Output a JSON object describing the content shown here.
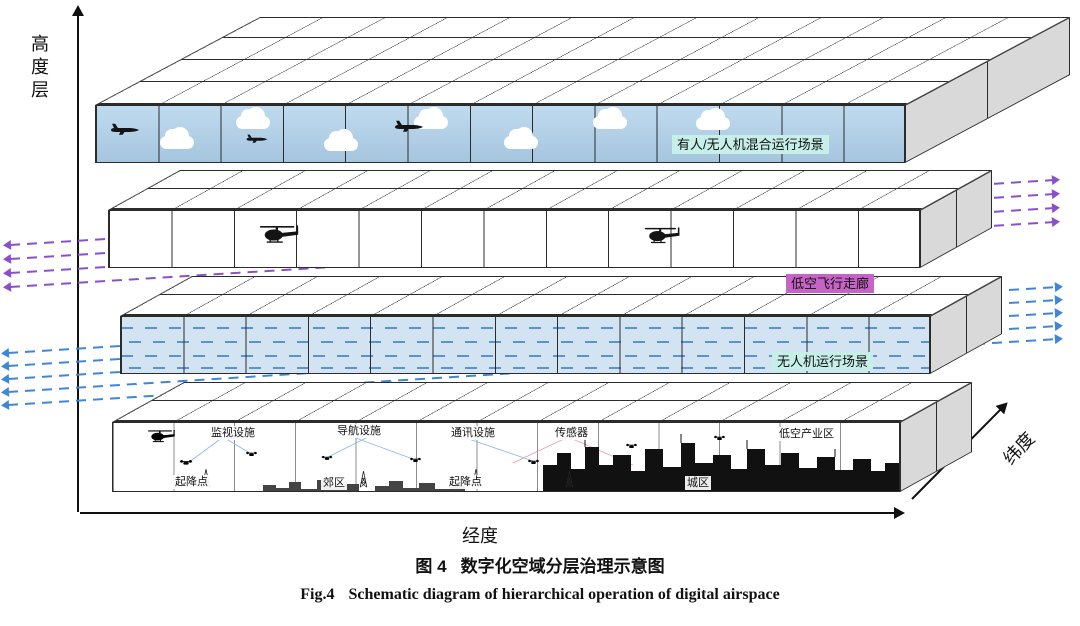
{
  "figure": {
    "caption_zh_prefix": "图 4",
    "caption_zh_title": "数字化空域分层治理示意图",
    "caption_en_prefix": "Fig.4",
    "caption_en_title": "Schematic diagram of hierarchical operation of digital airspace"
  },
  "axes": {
    "vertical": "高度层",
    "horizontal": "经度",
    "depth": "纬度"
  },
  "layers": {
    "mixed": {
      "label": "有人/无人机混合运行场景"
    },
    "corridor": {
      "label": "低空飞行走廊"
    },
    "uav": {
      "label": "无人机运行场景"
    }
  },
  "ground": {
    "surveillance": "监视设施",
    "navigation": "导航设施",
    "communication": "通讯设施",
    "sensor": "传感器",
    "industry": "低空产业区",
    "pad_left": "起降点",
    "suburb": "郊区",
    "pad_mid": "起降点",
    "city": "城区"
  },
  "colors": {
    "sky": "#aed0ea",
    "uav-fill": "#d2e3f2",
    "arrow-purple": "#8a50cc",
    "arrow-blue": "#3f86d8",
    "badge-cyan": "#c7efe9",
    "badge-magenta": "#c763c6",
    "side-gray": "#d9d9d9",
    "line": "#2b2b2b",
    "dash-blue": "#5b93d4"
  }
}
